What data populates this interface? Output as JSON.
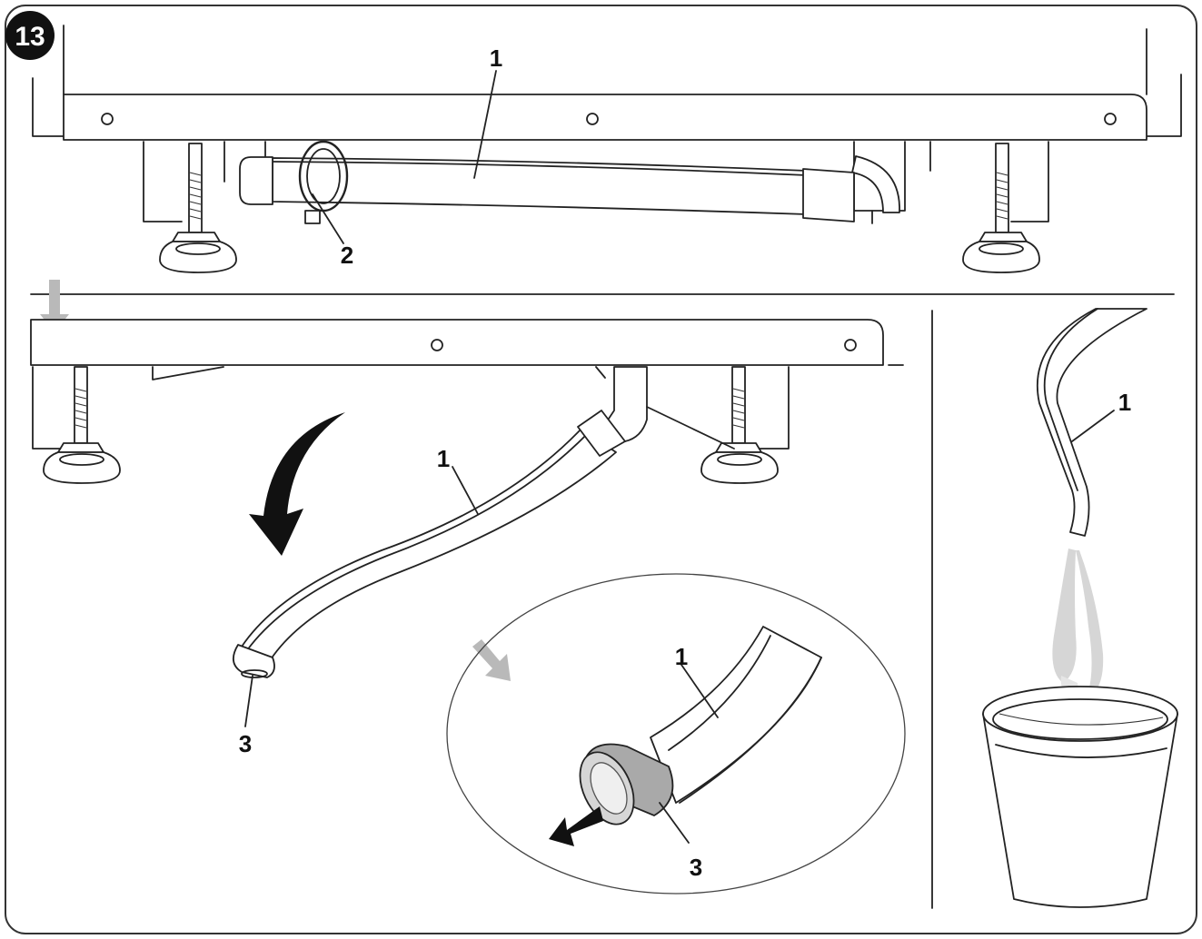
{
  "figure": {
    "number": "13",
    "callouts": {
      "hose": "1",
      "clamp": "2",
      "cap": "3"
    }
  },
  "colors": {
    "ink": "#222222",
    "badge": "#111111",
    "hint_arrow": "#b9b9b9",
    "cap_ring": "#a9a9a9",
    "water": "#d6d6d6"
  },
  "icons": [
    "curved-arrow-down-icon",
    "gray-step-arrow-icon",
    "pull-arrow-icon",
    "water-stream-icon",
    "bucket-icon"
  ]
}
